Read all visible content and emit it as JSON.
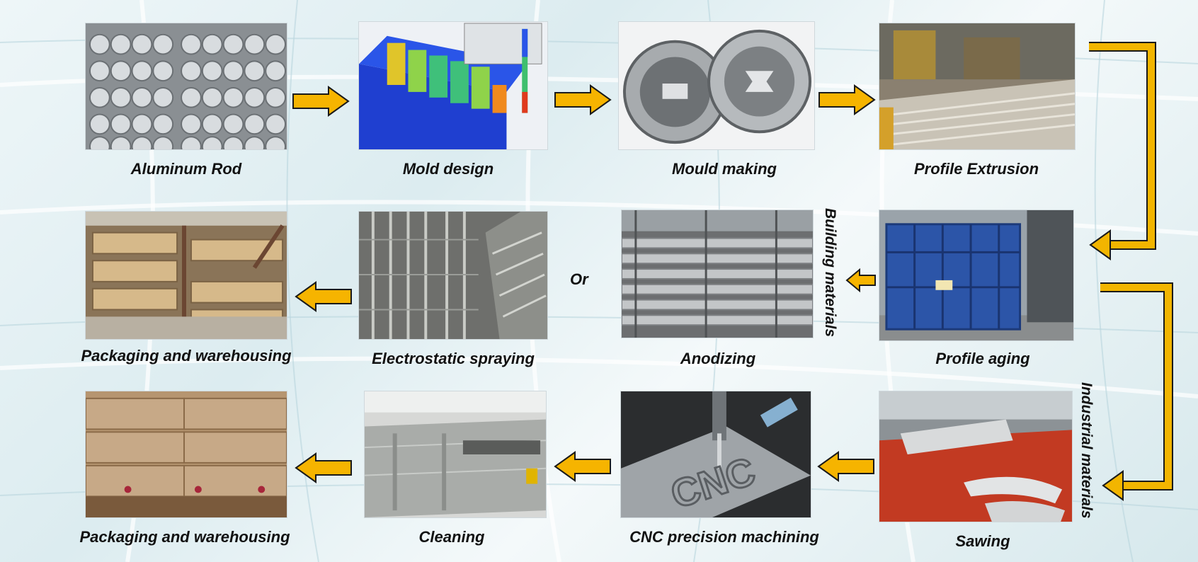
{
  "steps": {
    "aluminum_rod": "Aluminum Rod",
    "mold_design": "Mold design",
    "mould_making": "Mould making",
    "profile_extrusion": "Profile Extrusion",
    "profile_aging": "Profile aging",
    "anodizing": "Anodizing",
    "electrostatic_spraying": "Electrostatic spraying",
    "packaging_top": "Packaging and warehousing",
    "sawing": "Sawing",
    "cnc": "CNC precision machining",
    "cleaning": "Cleaning",
    "packaging_bottom": "Packaging and warehousing"
  },
  "labels": {
    "or": "Or",
    "building_materials": "Building materials",
    "industrial_materials": "Industrial materials",
    "cnc_engraving": "CNC"
  },
  "colors": {
    "arrow_fill": "#f6b400",
    "arrow_stroke": "#1a1a1a",
    "connector": "#f2b500"
  },
  "icons": {
    "arrow_right": "arrow-right-icon",
    "arrow_left": "arrow-left-icon"
  }
}
